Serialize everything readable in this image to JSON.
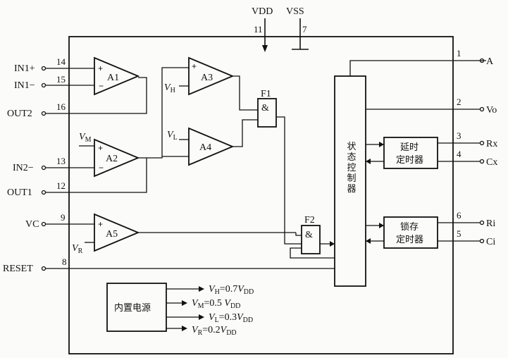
{
  "supply": {
    "vdd": "VDD",
    "vss": "VSS",
    "vdd_pin": "11",
    "vss_pin": "7"
  },
  "pins": {
    "in1p": {
      "label": "IN1+",
      "num": "14"
    },
    "in1m": {
      "label": "IN1−",
      "num": "15"
    },
    "out2": {
      "label": "OUT2",
      "num": "16"
    },
    "in2m": {
      "label": "IN2−",
      "num": "13"
    },
    "out1": {
      "label": "OUT1",
      "num": "12"
    },
    "vc": {
      "label": "VC",
      "num": "9"
    },
    "reset": {
      "label": "RESET",
      "num": "8"
    },
    "a": {
      "label": "A",
      "num": "1"
    },
    "vo": {
      "label": "Vo",
      "num": "2"
    },
    "rx": {
      "label": "Rx",
      "num": "3"
    },
    "cx": {
      "label": "Cx",
      "num": "4"
    },
    "ri": {
      "label": "Ri",
      "num": "6"
    },
    "ci": {
      "label": "Ci",
      "num": "5"
    }
  },
  "amps": {
    "a1": "A1",
    "a2": "A2",
    "a3": "A3",
    "a4": "A4",
    "a5": "A5"
  },
  "gates": {
    "f1": "F1",
    "f2": "F2",
    "and_symbol": "&"
  },
  "refs": {
    "vm": "M",
    "vh": "H",
    "vl": "L",
    "vr": "R",
    "v": "V"
  },
  "blocks": {
    "state_controller": "状态控制器",
    "delay_timer_l1": "延时",
    "delay_timer_l2": "定时器",
    "latch_timer_l1": "锁存",
    "latch_timer_l2": "定时器",
    "power_supply": "内置电源"
  },
  "power_outputs": [
    {
      "v": "V",
      "sub": "H",
      "eq": "=0.7",
      "vdd": "V",
      "vdd_sub": "DD"
    },
    {
      "v": "V",
      "sub": "M",
      "eq": "=0.5 ",
      "vdd": "V",
      "vdd_sub": "DD"
    },
    {
      "v": "V",
      "sub": "L",
      "eq": "=0.3",
      "vdd": "V",
      "vdd_sub": "DD"
    },
    {
      "v": "V",
      "sub": "R",
      "eq": "=0.2",
      "vdd": "V",
      "vdd_sub": "DD"
    }
  ]
}
